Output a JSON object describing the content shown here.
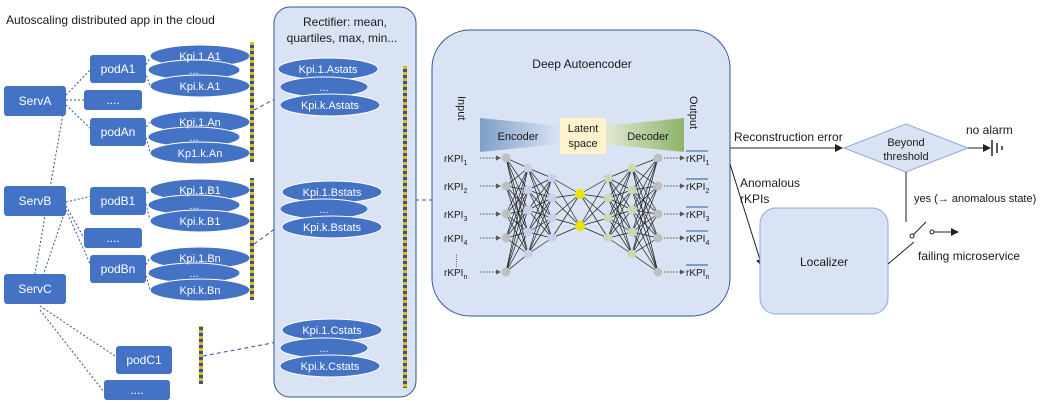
{
  "title": "Autoscaling distributed app in the cloud",
  "services": [
    "ServA",
    "ServB",
    "ServC"
  ],
  "pods": [
    "podA1",
    "....",
    "podAn",
    "podB1",
    "....",
    "podBn",
    "podC1",
    "...."
  ],
  "kpis_A1": [
    "Kpi.1.A1",
    "...",
    "Kpi.k.A1"
  ],
  "kpis_An": [
    "Kpi.1.An",
    "...",
    "Kp1.k.An"
  ],
  "kpis_B1": [
    "Kpi.1.B1",
    "...",
    "Kpi.k.B1"
  ],
  "kpis_Bn": [
    "Kpi.1.Bn",
    "...",
    "Kpi.k.Bn"
  ],
  "rectifier": {
    "label_line1": "Rectifier: mean,",
    "label_line2": "quartiles, max, min...",
    "A": [
      "Kpi.1.Astats",
      "...",
      "Kpi.k.Astats"
    ],
    "B": [
      "Kpi.1.Bstats",
      "...",
      "Kpi.k.Bstats"
    ],
    "C": [
      "Kpi.1.Cstats",
      "...",
      "Kpi.k.Cstats"
    ]
  },
  "autoencoder": {
    "title": "Deep Autoencoder",
    "input_label": "Input",
    "output_label": "Output",
    "encoder": "Encoder",
    "latent_line1": "Latent",
    "latent_line2": "space",
    "decoder": "Decoder",
    "inputs": [
      "1",
      "2",
      "3",
      "4",
      "n"
    ],
    "input_prefix": "rKPI",
    "vdots": "......"
  },
  "flow": {
    "reconstruction_error": "Reconstruction error",
    "beyond_line1": "Beyond",
    "beyond_line2": "threshold",
    "no_alarm": "no alarm",
    "yes_label": "yes (→ anomalous state)",
    "anomalous_line1": "Anomalous",
    "anomalous_line2": "rKPIs",
    "localizer": "Localizer",
    "failing": "failing microservice"
  },
  "colors": {
    "node_blue": "#4472c4",
    "panel_fill": "#dae3f3",
    "latent_fill": "#fff2cc",
    "yellow_node": "#e6e600"
  }
}
